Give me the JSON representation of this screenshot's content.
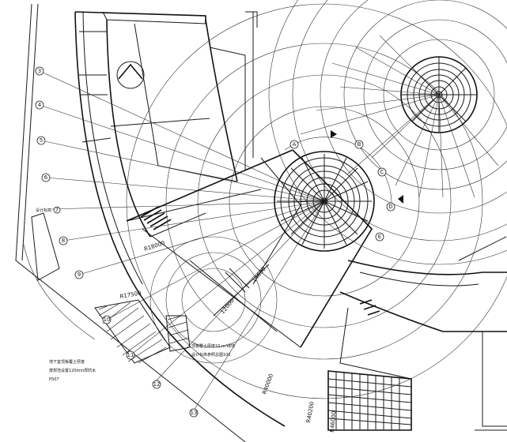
{
  "axis_bubbles_left": [
    "3",
    "4",
    "5",
    "6",
    "7",
    "8",
    "9",
    "10",
    "11",
    "12",
    "13"
  ],
  "axis_bubbles_right": [
    "A",
    "B",
    "C",
    "D",
    "E"
  ],
  "radius_labels": {
    "r1": "R18000",
    "r2": "R17500",
    "r3": "R40000",
    "r4": "R40200",
    "r5": "R46000"
  },
  "dimension_labels": {
    "d1": "14000",
    "d2": "12000"
  },
  "note_lines": {
    "left_1": "地下室顶板覆土厚度",
    "left_2": "按规范设置120mm厚防水",
    "left_3": "PS07",
    "center_1": "顶板覆土厚度10  m²绿地",
    "center_2": "设计标高参照总图105"
  },
  "left_tag": "设计标高"
}
